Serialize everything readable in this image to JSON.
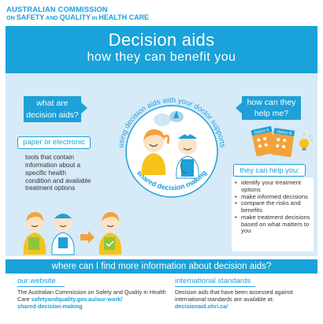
{
  "logo": {
    "line1": "AUSTRALIAN COMMISSION",
    "line2_on": "ON ",
    "line2_safety": "SAFETY",
    "line2_and": " AND ",
    "line2_quality": "QUALITY",
    "line2_in": " IN ",
    "line2_health": "HEALTH CARE"
  },
  "header": {
    "title": "Decision aids",
    "subtitle": "how they can benefit you"
  },
  "left": {
    "what_are_line1": "what are",
    "what_are_line2": "decision aids?",
    "paper_label": "paper or electronic",
    "description": "tools that contain information about a specific health condition and available treatment options"
  },
  "center": {
    "arc_text": "using decision aids with your doctor supports",
    "shared_text": "shared decision making"
  },
  "right": {
    "how_line1": "how can they",
    "how_line2": "help me?",
    "option_a": "Option A",
    "option_b": "Option B",
    "help_label": "they can help you:",
    "bullets": [
      "identify your treatment options",
      "make informed decisions",
      "compare the risks and benefits",
      "make treatment decisions based on what matters to you"
    ]
  },
  "bottom": {
    "bar_text": "where can I find more information about decision aids?",
    "website_heading": "our website",
    "website_text": "The Australian Commission on Safety and Quality in Health Care ",
    "website_link1": "safetyandquality.gov.au/our-work/",
    "website_link2": "shared-decision-making",
    "intl_heading": "international standards",
    "intl_text": "Decision aids that have been assessed against international standards are available at: ",
    "intl_link": "decisionaid.ohri.ca/"
  },
  "colors": {
    "brand_blue": "#1ea0d8",
    "panel_bg": "#d6eaf8",
    "yellow": "#f7c21c",
    "orange": "#f4a23b",
    "green": "#8cc63f"
  }
}
